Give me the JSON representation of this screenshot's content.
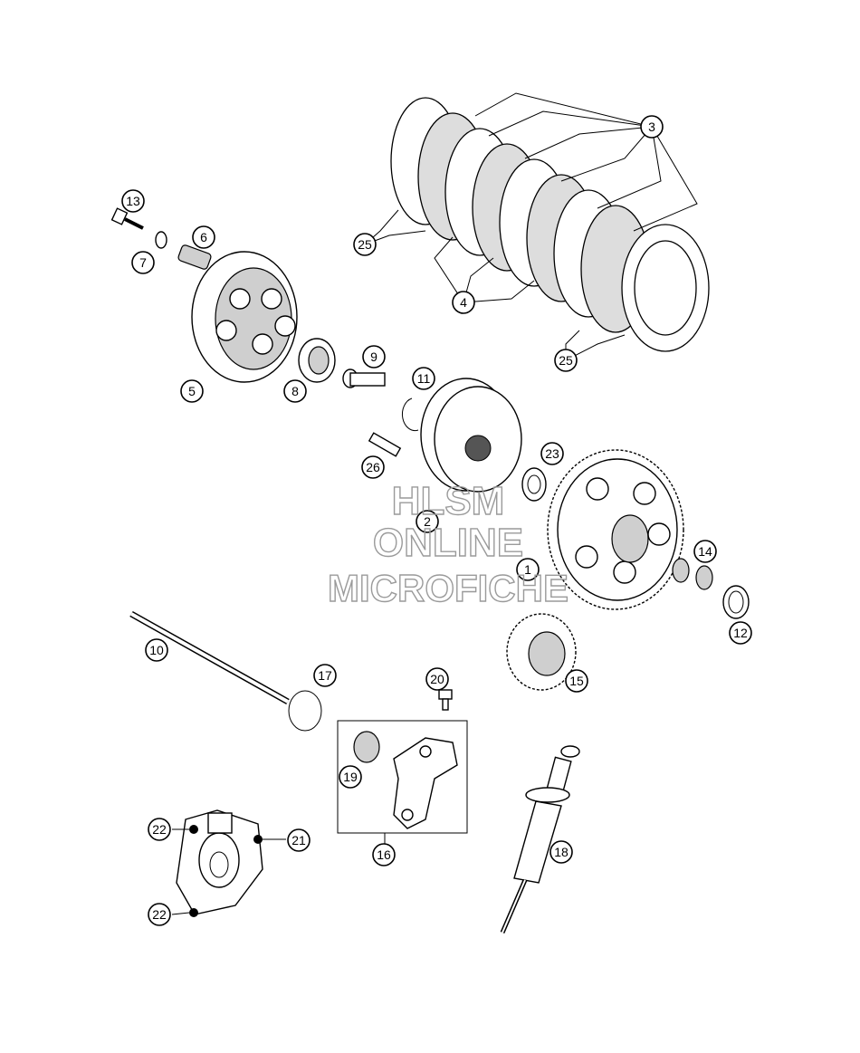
{
  "watermark": {
    "line1": "HLSM",
    "line2": "ONLINE",
    "line3": "MICROFICHE"
  },
  "callouts": [
    {
      "id": "1",
      "label": "1"
    },
    {
      "id": "2",
      "label": "2"
    },
    {
      "id": "3",
      "label": "3"
    },
    {
      "id": "4",
      "label": "4"
    },
    {
      "id": "5",
      "label": "5"
    },
    {
      "id": "6",
      "label": "6"
    },
    {
      "id": "7",
      "label": "7"
    },
    {
      "id": "8",
      "label": "8"
    },
    {
      "id": "9",
      "label": "9"
    },
    {
      "id": "10",
      "label": "10"
    },
    {
      "id": "11",
      "label": "11"
    },
    {
      "id": "12",
      "label": "12"
    },
    {
      "id": "13",
      "label": "13"
    },
    {
      "id": "14",
      "label": "14"
    },
    {
      "id": "15",
      "label": "15"
    },
    {
      "id": "16",
      "label": "16"
    },
    {
      "id": "17",
      "label": "17"
    },
    {
      "id": "18",
      "label": "18"
    },
    {
      "id": "19",
      "label": "19"
    },
    {
      "id": "20",
      "label": "20"
    },
    {
      "id": "21",
      "label": "21"
    },
    {
      "id": "22a",
      "label": "22"
    },
    {
      "id": "22b",
      "label": "22"
    },
    {
      "id": "23",
      "label": "23"
    },
    {
      "id": "25a",
      "label": "25"
    },
    {
      "id": "25b",
      "label": "25"
    },
    {
      "id": "26",
      "label": "26"
    }
  ]
}
